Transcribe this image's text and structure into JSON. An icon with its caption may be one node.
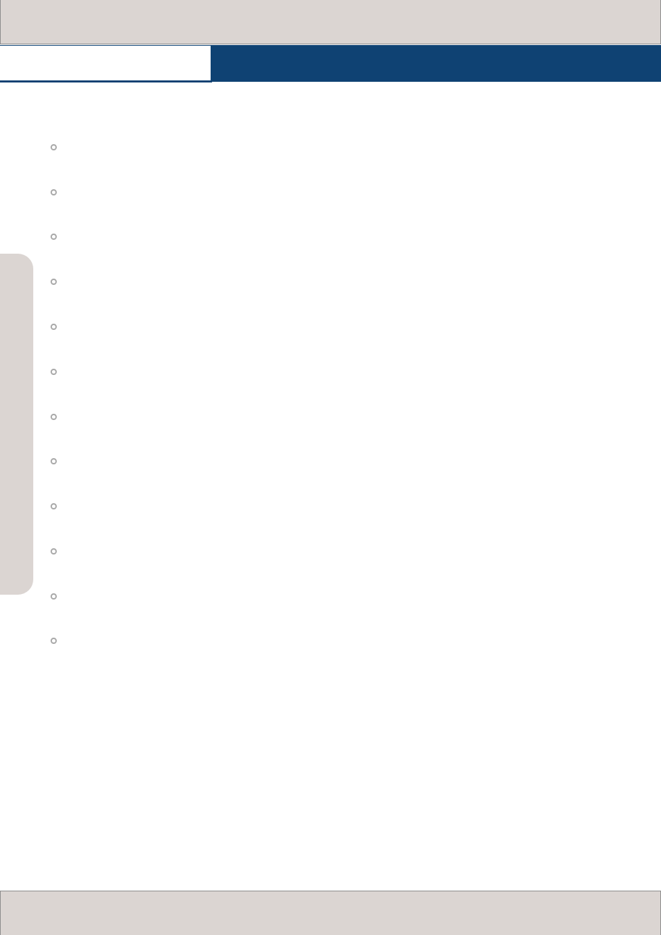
{
  "diagram": {
    "nodes": [
      {
        "text": [],
        "shape": "box"
      },
      {
        "text": [],
        "shape": "bar"
      },
      {
        "text": [],
        "shape": "tab"
      }
    ]
  }
}
